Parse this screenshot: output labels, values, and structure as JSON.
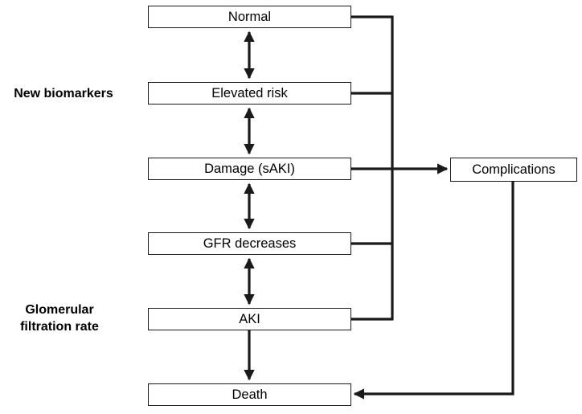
{
  "stages": [
    {
      "id": "normal",
      "label": "Normal"
    },
    {
      "id": "elevated-risk",
      "label": "Elevated risk"
    },
    {
      "id": "damage",
      "label": "Damage (sAKI)"
    },
    {
      "id": "gfr-decreases",
      "label": "GFR decreases"
    },
    {
      "id": "aki",
      "label": "AKI"
    },
    {
      "id": "death",
      "label": "Death"
    }
  ],
  "complications": {
    "label": "Complications"
  },
  "side_labels": {
    "new_biomarkers": "New biomarkers",
    "glomerular_line1": "Glomerular",
    "glomerular_line2": "filtration rate"
  },
  "colors": {
    "line": "#1a1a1a",
    "box_border": "#1a1a1a",
    "background": "#ffffff"
  }
}
